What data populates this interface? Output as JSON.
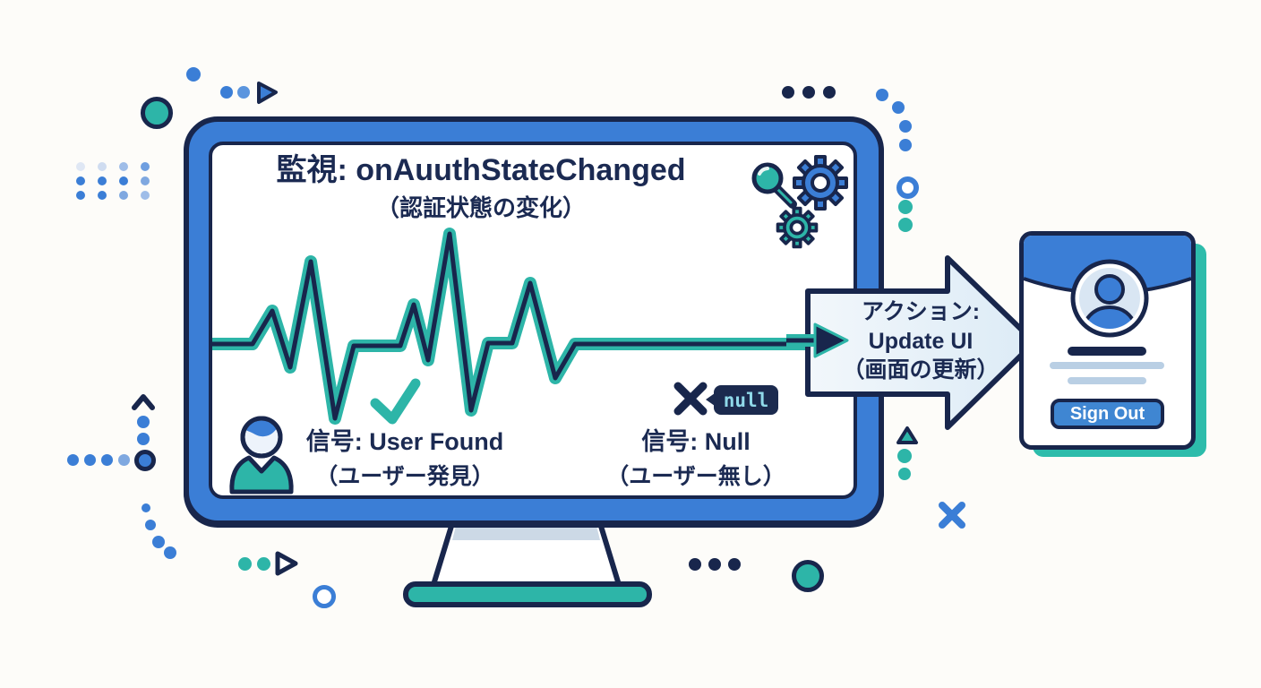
{
  "palette": {
    "navy": "#18264c",
    "blue": "#3b7ed6",
    "blue_light": "#7fa8e0",
    "blue_pale": "#cfdcf0",
    "teal": "#2db5a8",
    "screen_bg": "#ffffff",
    "page_bg": "#fdfcf9",
    "arrow_fill": "#e8f0f8",
    "card_shadow_teal": "#2dbcab",
    "null_badge_bg": "#1b2a4e",
    "null_code_text": "#8fd9e9",
    "muted_line": "#b9cfe4"
  },
  "monitor": {
    "title": "監視: onAuuthStateChanged",
    "subtitle": "（認証状態の変化）",
    "icons": {
      "search": "magnifier-icon",
      "gear_large": "gear-icon-blue",
      "gear_small": "gear-icon-teal",
      "waveform": "ecg-signal-line",
      "check": "checkmark-icon"
    },
    "signal_found": {
      "icon": "user-icon",
      "label": "信号: User Found",
      "sublabel": "（ユーザー発見）"
    },
    "signal_null": {
      "marker_icon": "x-mark-icon",
      "badge_code": "null",
      "label": "信号: Null",
      "sublabel": "（ユーザー無し）"
    }
  },
  "action_arrow": {
    "line1": "アクション:",
    "line2": "Update UI",
    "line3": "（画面の更新）"
  },
  "profile_card": {
    "avatar_icon": "user-avatar-icon",
    "signout_label": "Sign Out"
  },
  "decorations": {
    "top_left": [
      "blue-dot",
      "blue-dots-pair",
      "play-triangle-blue",
      "teal-ring-circle",
      "dot-grid"
    ],
    "left": [
      "caret-chevron",
      "blue-dot-column",
      "blue-ring",
      "blue-dot-row",
      "blue-dot-arc"
    ],
    "bottom": [
      "teal-dots-pair",
      "play-triangle-outline",
      "blue-ring-open",
      "monitor-stand"
    ],
    "right": [
      "navy-dot-row",
      "blue-dot-arc",
      "blue-ring",
      "teal-dot-column",
      "teal-triangle",
      "blue-x-mark",
      "teal-ring-circle"
    ]
  }
}
